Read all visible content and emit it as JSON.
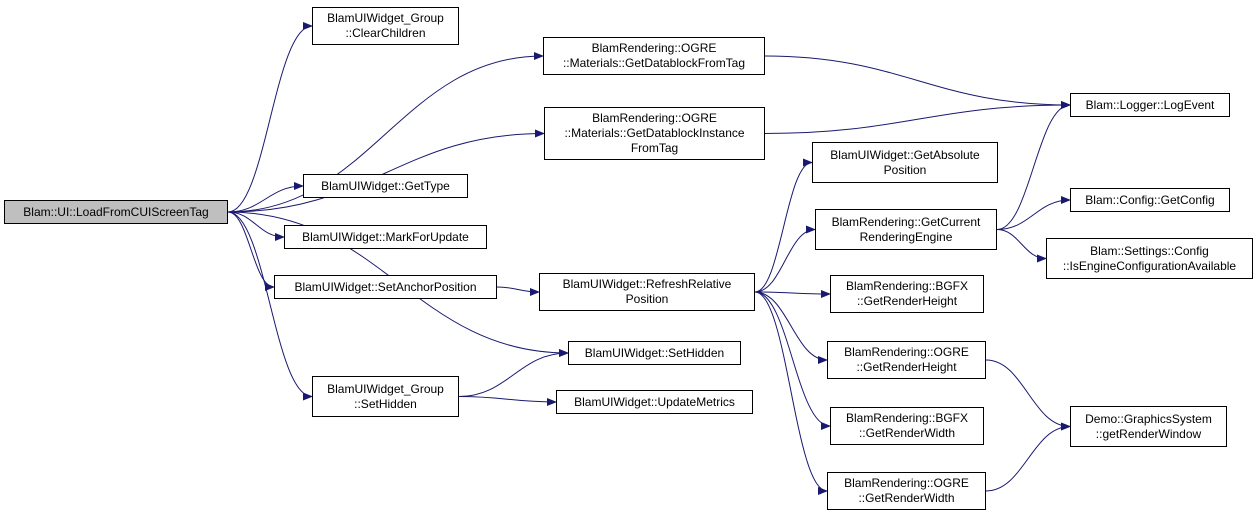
{
  "nodes": {
    "root": {
      "lines": [
        "Blam::UI::LoadFromCUIScreenTag"
      ]
    },
    "group_clear": {
      "lines": [
        "BlamUIWidget_Group",
        "::ClearChildren"
      ]
    },
    "get_datablock": {
      "lines": [
        "BlamRendering::OGRE",
        "::Materials::GetDatablockFromTag"
      ]
    },
    "get_datablock_instance": {
      "lines": [
        "BlamRendering::OGRE",
        "::Materials::GetDatablockInstance",
        "FromTag"
      ]
    },
    "get_type": {
      "lines": [
        "BlamUIWidget::GetType"
      ]
    },
    "mark_update": {
      "lines": [
        "BlamUIWidget::MarkForUpdate"
      ]
    },
    "set_anchor": {
      "lines": [
        "BlamUIWidget::SetAnchorPosition"
      ]
    },
    "refresh_rel": {
      "lines": [
        "BlamUIWidget::RefreshRelative",
        "Position"
      ]
    },
    "set_hidden": {
      "lines": [
        "BlamUIWidget::SetHidden"
      ]
    },
    "group_set_hidden": {
      "lines": [
        "BlamUIWidget_Group",
        "::SetHidden"
      ]
    },
    "update_metrics": {
      "lines": [
        "BlamUIWidget::UpdateMetrics"
      ]
    },
    "get_abs_pos": {
      "lines": [
        "BlamUIWidget::GetAbsolute",
        "Position"
      ]
    },
    "get_cur_engine": {
      "lines": [
        "BlamRendering::GetCurrent",
        "RenderingEngine"
      ]
    },
    "bgfx_height": {
      "lines": [
        "BlamRendering::BGFX",
        "::GetRenderHeight"
      ]
    },
    "ogre_height": {
      "lines": [
        "BlamRendering::OGRE",
        "::GetRenderHeight"
      ]
    },
    "bgfx_width": {
      "lines": [
        "BlamRendering::BGFX",
        "::GetRenderWidth"
      ]
    },
    "ogre_width": {
      "lines": [
        "BlamRendering::OGRE",
        "::GetRenderWidth"
      ]
    },
    "log_event": {
      "lines": [
        "Blam::Logger::LogEvent"
      ]
    },
    "get_config": {
      "lines": [
        "Blam::Config::GetConfig"
      ]
    },
    "engine_config": {
      "lines": [
        "Blam::Settings::Config",
        "::IsEngineConfigurationAvailable"
      ]
    },
    "render_window": {
      "lines": [
        "Demo::GraphicsSystem",
        "::getRenderWindow"
      ]
    }
  },
  "edges": [
    [
      "root",
      "group_clear"
    ],
    [
      "root",
      "get_datablock"
    ],
    [
      "root",
      "get_datablock_instance"
    ],
    [
      "root",
      "get_type"
    ],
    [
      "root",
      "mark_update"
    ],
    [
      "root",
      "set_anchor"
    ],
    [
      "root",
      "set_hidden"
    ],
    [
      "root",
      "group_set_hidden"
    ],
    [
      "get_datablock",
      "log_event"
    ],
    [
      "get_datablock_instance",
      "log_event"
    ],
    [
      "set_anchor",
      "refresh_rel"
    ],
    [
      "refresh_rel",
      "get_abs_pos"
    ],
    [
      "refresh_rel",
      "get_cur_engine"
    ],
    [
      "refresh_rel",
      "bgfx_height"
    ],
    [
      "refresh_rel",
      "ogre_height"
    ],
    [
      "refresh_rel",
      "bgfx_width"
    ],
    [
      "refresh_rel",
      "ogre_width"
    ],
    [
      "get_cur_engine",
      "log_event"
    ],
    [
      "get_cur_engine",
      "get_config"
    ],
    [
      "get_cur_engine",
      "engine_config"
    ],
    [
      "ogre_height",
      "render_window"
    ],
    [
      "ogre_width",
      "render_window"
    ],
    [
      "group_set_hidden",
      "set_hidden"
    ],
    [
      "group_set_hidden",
      "update_metrics"
    ]
  ],
  "colors": {
    "edge": "#191970",
    "root_fill": "#bfbfbf",
    "node_fill": "#ffffff",
    "node_border": "#000000"
  }
}
